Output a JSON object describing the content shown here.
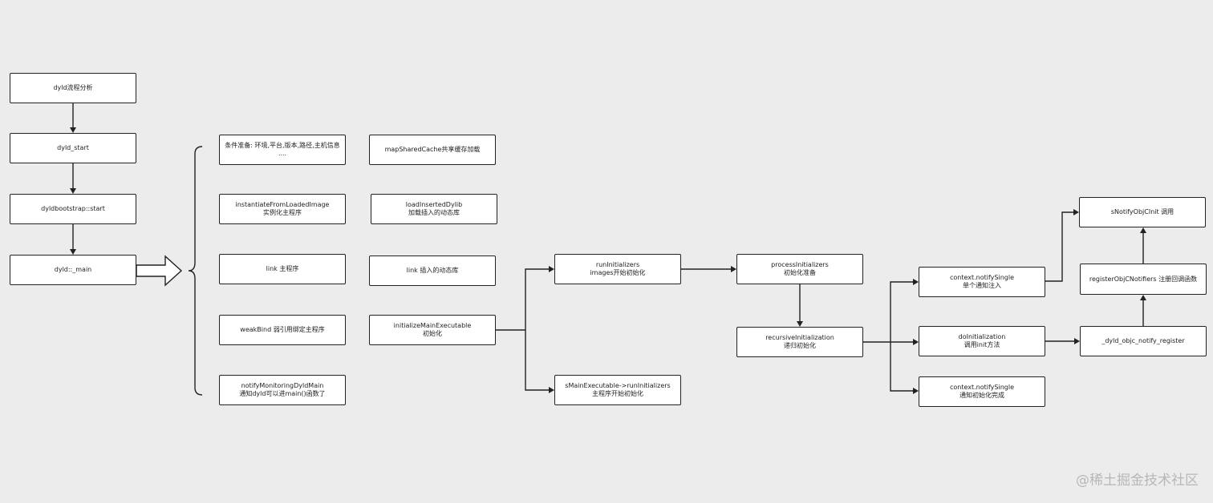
{
  "nodes": {
    "dyld_flow": {
      "lines": [
        "dyld流程分析"
      ]
    },
    "dyld_start": {
      "lines": [
        "dyld_start"
      ]
    },
    "dyldbootstrap_start": {
      "lines": [
        "dyldbootstrap::start"
      ]
    },
    "dyld_main": {
      "lines": [
        "dyld::_main"
      ]
    },
    "prep_conditions": {
      "lines": [
        "条件准备: 环境,平台,版本,路径,主机信息",
        "...."
      ]
    },
    "instantiate": {
      "lines": [
        "instantiateFromLoadedImage",
        "实例化主程序"
      ]
    },
    "link_main": {
      "lines": [
        "link 主程序"
      ]
    },
    "weak_bind": {
      "lines": [
        "weakBind 弱引用绑定主程序"
      ]
    },
    "notify_monitoring": {
      "lines": [
        "notifyMonitoringDyldMain",
        "通知dyld可以进main()函数了"
      ]
    },
    "map_shared_cache": {
      "lines": [
        "mapSharedCache共享缓存加载"
      ]
    },
    "load_inserted": {
      "lines": [
        "loadInsertedDylib",
        "加载插入的动态库"
      ]
    },
    "link_inserted": {
      "lines": [
        "link 插入的动态库"
      ]
    },
    "initialize_main": {
      "lines": [
        "initializeMainExecutable",
        "初始化"
      ]
    },
    "run_initializers": {
      "lines": [
        "runInitializers",
        "images开始初始化"
      ]
    },
    "smain_run": {
      "lines": [
        "sMainExecutable->runInitializers",
        "主程序开始初始化"
      ]
    },
    "process_initializers": {
      "lines": [
        "processInitializers",
        "初始化准备"
      ]
    },
    "recursive_init": {
      "lines": [
        "recursiveInitialization",
        "递归初始化"
      ]
    },
    "notify_single_inject": {
      "lines": [
        "context.notifySingle",
        "单个通知注入"
      ]
    },
    "do_init": {
      "lines": [
        "doInitialization",
        "调用init方法"
      ]
    },
    "notify_single_done": {
      "lines": [
        "context.notifySingle",
        "通知初始化完成"
      ]
    },
    "snotify_objc_init": {
      "lines": [
        "sNotifyObjCInit 调用"
      ]
    },
    "register_objc": {
      "lines": [
        "registerObjCNotifiers 注册回调函数"
      ]
    },
    "dyld_objc_register": {
      "lines": [
        "_dyld_objc_notify_register"
      ]
    }
  },
  "watermark": "@稀土掘金技术社区"
}
